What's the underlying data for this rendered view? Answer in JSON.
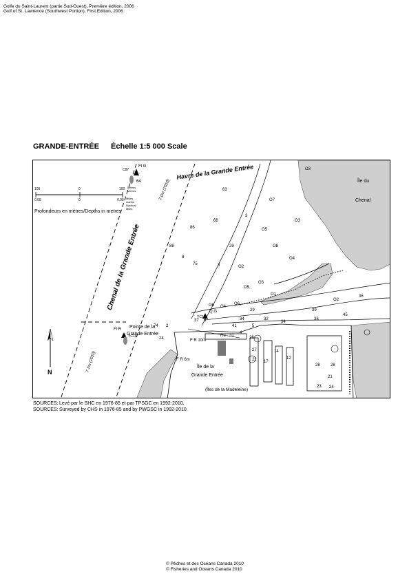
{
  "header": {
    "line1": "Golfe du Saint-Laurent (partie Sud-Ouest), Première édition, 2006",
    "line2": "Gulf of St. Lawrence (Southwest Portion), First Edition, 2006"
  },
  "title": {
    "name": "GRANDE-ENTRÉE",
    "scale": "Échelle 1:5 000 Scale"
  },
  "scale_bar": {
    "top_left": "100",
    "top_mid": "0",
    "top_right": "100",
    "top_unit": "Mètres Metres",
    "bottom_left": "0.05",
    "bottom_mid": "0",
    "bottom_right": "0.05",
    "bottom_unit": "Milles marins Nautical Miles"
  },
  "depth_note": "Profondeurs en mètres/Depths in metres",
  "map": {
    "havre_label": "Havre de la Grande Entrée",
    "chenal_label": "Chenal de la Grande Entrée",
    "ile_du_chenal_1": "Île du",
    "ile_du_chenal_2": "Chenal",
    "pointe_1": "Pointe de la",
    "pointe_2": "Grande Entrée",
    "ile_grande_1": "Île de la",
    "ile_grande_2": "Grande Entrée",
    "iles_madeleine": "(Îles de la Madeleine)",
    "dredged_top": "7.0m (2010)",
    "dredged_bottom": "7.7m (2010)",
    "light_top": "Fl G",
    "light_top_sub": "C87",
    "light_mid": "Q.G",
    "light_mid_sub": "YC15",
    "light_fl": "Fl R",
    "light_fl_sub": "YC14",
    "fr10": "F R 10m",
    "fr6": "F R 6m",
    "north": "N",
    "soundings": [
      "64",
      "63",
      "68",
      "86",
      "3",
      "88",
      "8",
      "75",
      "3",
      "29",
      "O7",
      "O3",
      "O5",
      "O8",
      "O4",
      "O2",
      "O3",
      "O1",
      "O5",
      "O6",
      "O4",
      "O6",
      "O3",
      "O2",
      "36",
      "34",
      "39",
      "38",
      "45",
      "32",
      "34",
      "29",
      "37",
      "6",
      "5",
      "41",
      "31",
      "4",
      "74",
      "2",
      "24",
      "26",
      "27",
      "22",
      "17",
      "14",
      "12",
      "28",
      "28",
      "21",
      "24",
      "23"
    ],
    "rock_symbols": [
      "Ru"
    ]
  },
  "sources": {
    "label1": "SOURCES:",
    "text1": "Levé par le SHC en 1976-85 et par TPSGC en 1992-2010.",
    "label2": "SOURCES:",
    "text2": "Surveyed by CHS in 1976-85 and by PWGSC in 1992-2010."
  },
  "copyright": {
    "fr": "© Pêches et des Océans Canada 2010",
    "en": "© Fisheries and Oceans Canada 2010"
  }
}
